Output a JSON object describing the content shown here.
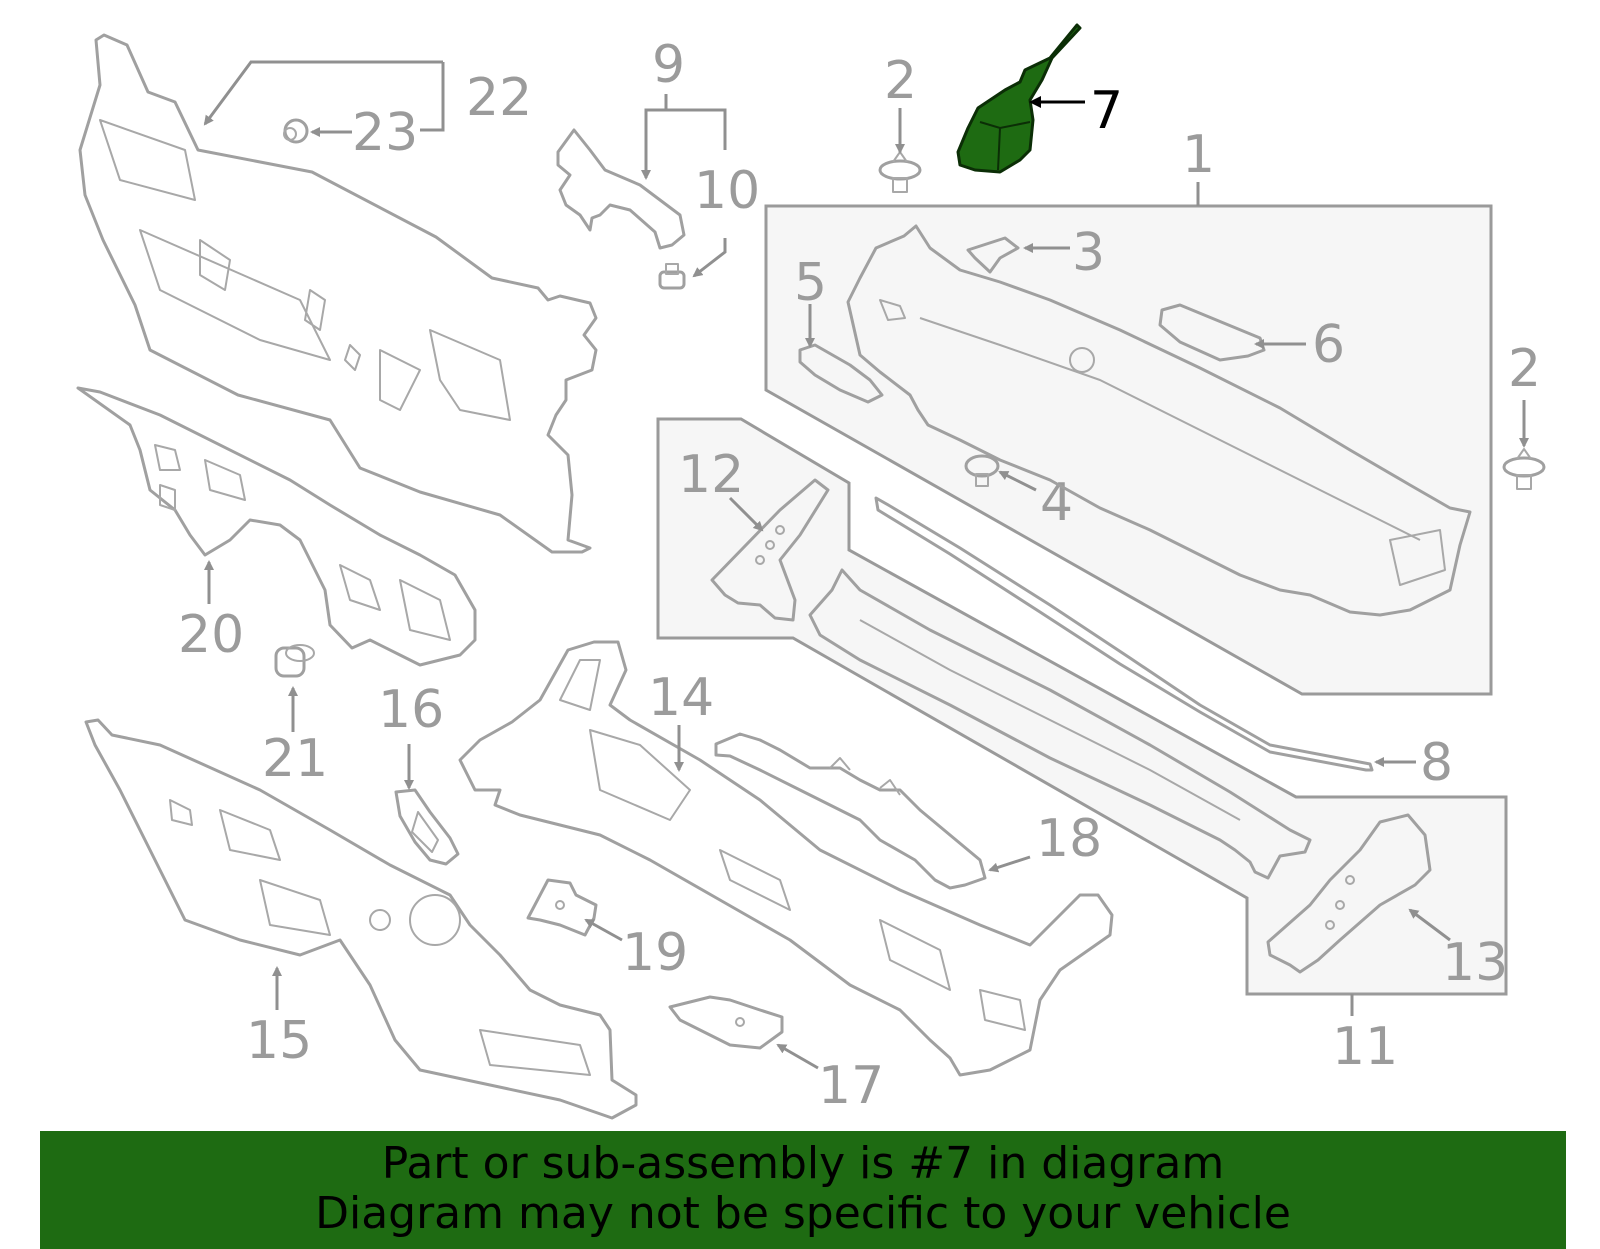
{
  "diagram": {
    "highlight_color": "#1e6b12",
    "highlighted_part": "7",
    "callouts": [
      "1",
      "2",
      "2",
      "3",
      "4",
      "5",
      "6",
      "7",
      "8",
      "9",
      "10",
      "11",
      "12",
      "13",
      "14",
      "15",
      "16",
      "17",
      "18",
      "19",
      "20",
      "21",
      "22",
      "23"
    ]
  },
  "banner": {
    "line1": "Part or sub-assembly is #7 in diagram",
    "line2": "Diagram may not be specific to your vehicle",
    "background": "#1e6b12"
  }
}
